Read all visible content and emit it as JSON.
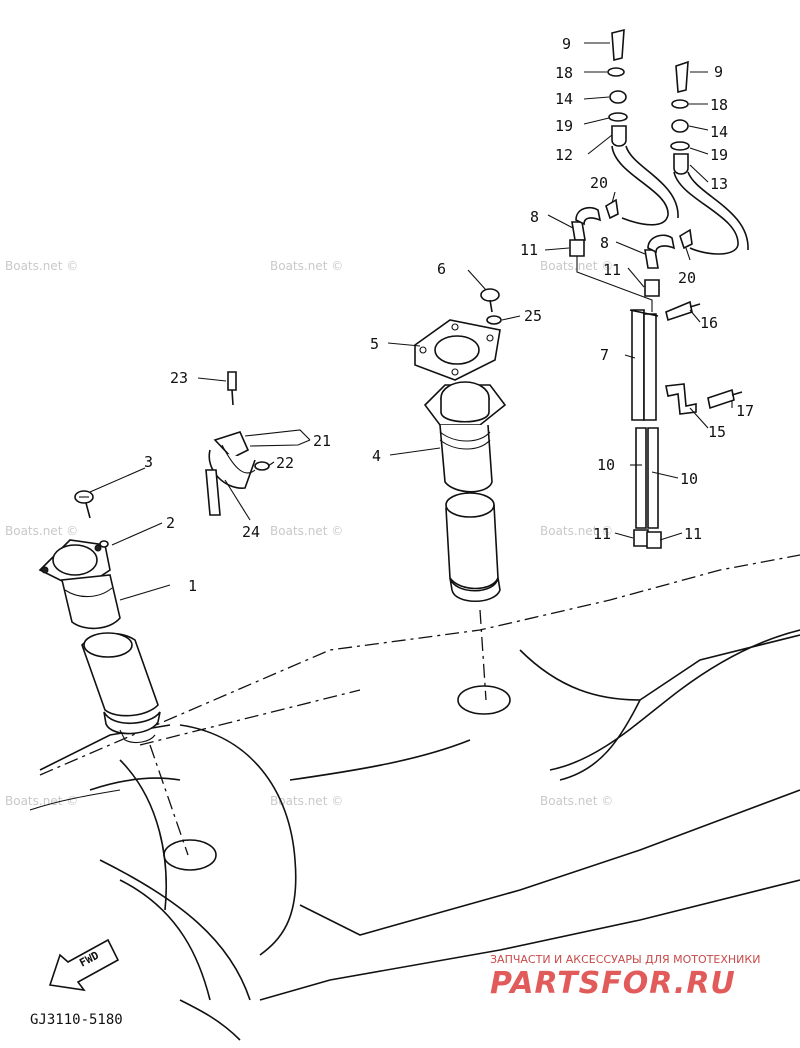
{
  "diagram": {
    "callouts": {
      "c1": "1",
      "c2": "2",
      "c3": "3",
      "c4": "4",
      "c5": "5",
      "c6": "6",
      "c7": "7",
      "c8a": "8",
      "c8b": "8",
      "c9a": "9",
      "c9b": "9",
      "c10a": "10",
      "c10b": "10",
      "c11a": "11",
      "c11b": "11",
      "c11c": "11",
      "c11d": "11",
      "c12": "12",
      "c13": "13",
      "c14a": "14",
      "c14b": "14",
      "c15": "15",
      "c16": "16",
      "c17": "17",
      "c18a": "18",
      "c18b": "18",
      "c19a": "19",
      "c19b": "19",
      "c20a": "20",
      "c20b": "20",
      "c21": "21",
      "c22": "22",
      "c23": "23",
      "c24": "24",
      "c25": "25"
    },
    "watermark": "Boats.net ©",
    "fwd_label": "FWD",
    "diagram_code": "GJ3110-5180",
    "brand_tagline": "ЗАПЧАСТИ И АКСЕССУАРЫ ДЛЯ МОТОТЕХНИКИ",
    "brand_name": "PARTSFOR.RU"
  }
}
